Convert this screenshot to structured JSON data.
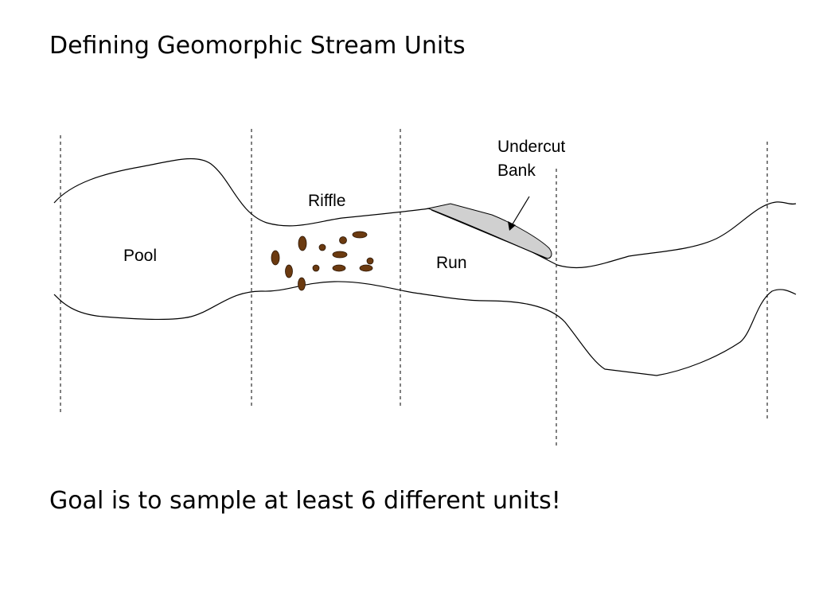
{
  "slide": {
    "title": "Defining Geomorphic Stream Units",
    "footer": "Goal is to sample at least 6 different units!"
  },
  "diagram": {
    "labels": {
      "pool": "Pool",
      "riffle": "Riffle",
      "run": "Run",
      "undercut_line1": "Undercut",
      "undercut_line2": "Bank"
    },
    "colors": {
      "line": "#000000",
      "rock": "#6b3a10",
      "undercut_bank": "#d0d0d0"
    }
  }
}
